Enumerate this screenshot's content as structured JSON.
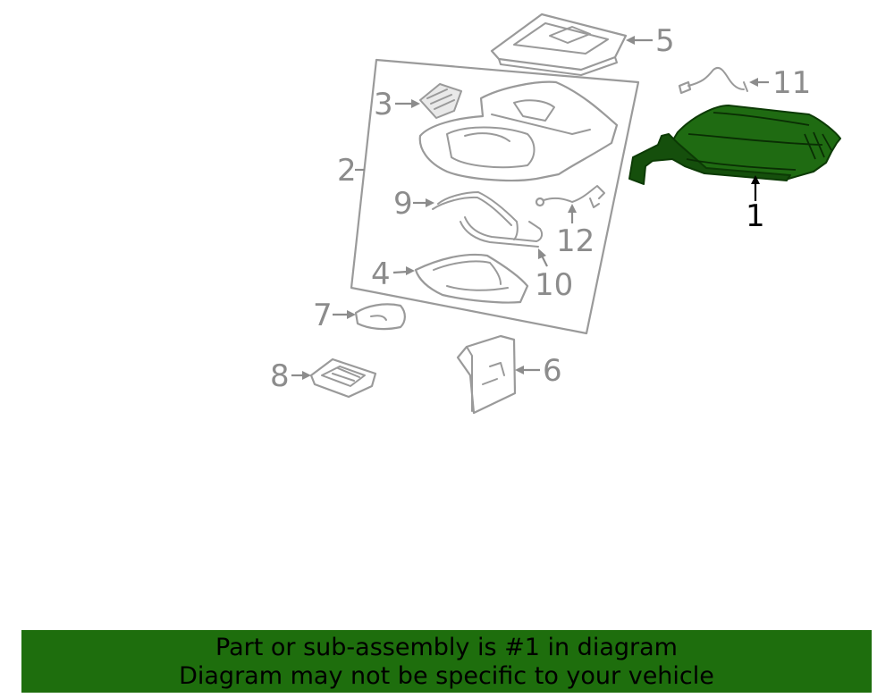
{
  "diagram": {
    "highlighted_part": "1",
    "callouts": {
      "c1": "1",
      "c2": "2",
      "c3": "3",
      "c4": "4",
      "c5": "5",
      "c6": "6",
      "c7": "7",
      "c8": "8",
      "c9": "9",
      "c10": "10",
      "c11": "11",
      "c12": "12"
    },
    "colors": {
      "highlight": "#1f6b12",
      "outline": "#9a9a9a",
      "callout_text": "#8c8c8c",
      "banner": "#1e6e0d"
    }
  },
  "banner": {
    "line1": "Part or sub-assembly is #1 in diagram",
    "line2": "Diagram may not be specific to your vehicle"
  }
}
